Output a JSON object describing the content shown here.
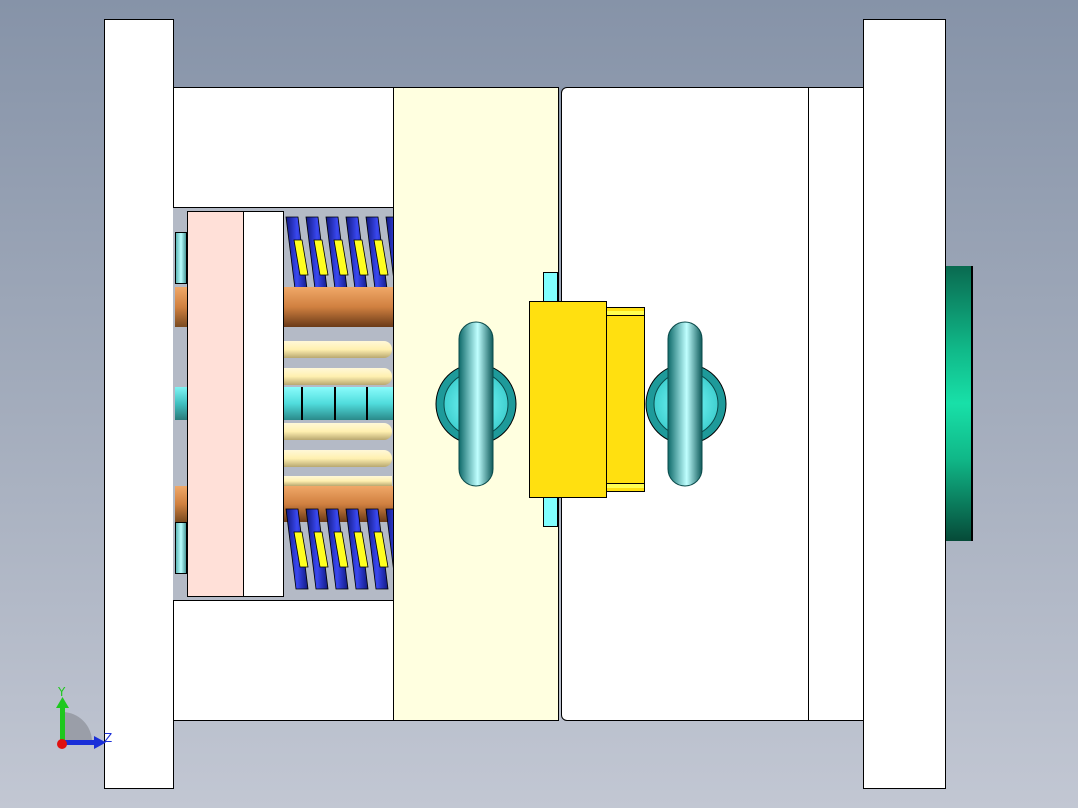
{
  "viewport": {
    "type": "CAD 3D viewport (side view of mold assembly)",
    "background_top": "#8693a8",
    "background_bottom": "#c2c7d3"
  },
  "triad": {
    "y_label": "Y",
    "z_label": "Z",
    "y_color": "#1ec81e",
    "z_color": "#1a2fd8",
    "x_color": "#e01010"
  },
  "parts": {
    "left_clamp_plate": {
      "color": "#ffffff"
    },
    "right_clamp_plate": {
      "color": "#ffffff"
    },
    "ejector_retainer_plate": {
      "color": "#ffe0d8"
    },
    "ejector_plate": {
      "color": "#ffffff"
    },
    "cavity_plate": {
      "color": "#ffffe0"
    },
    "core_plate": {
      "color": "#ffffff"
    },
    "product_part": {
      "color": "#ffe010"
    },
    "die_springs": {
      "color": "#2a36d8",
      "inner_color": "#ffff20",
      "count": 2
    },
    "return_pins": {
      "color": "#d89050",
      "count": 2
    },
    "ejector_pins": {
      "color": "#fff8c0",
      "count": 4
    },
    "sprue_puller": {
      "color": "#80f0f0"
    },
    "eye_bolts": {
      "color": "#1e9a9a",
      "count": 2
    },
    "locating_ring": {
      "color": "#10c890"
    },
    "guide_bushings": {
      "color": "#80ffff",
      "count": 2
    }
  }
}
